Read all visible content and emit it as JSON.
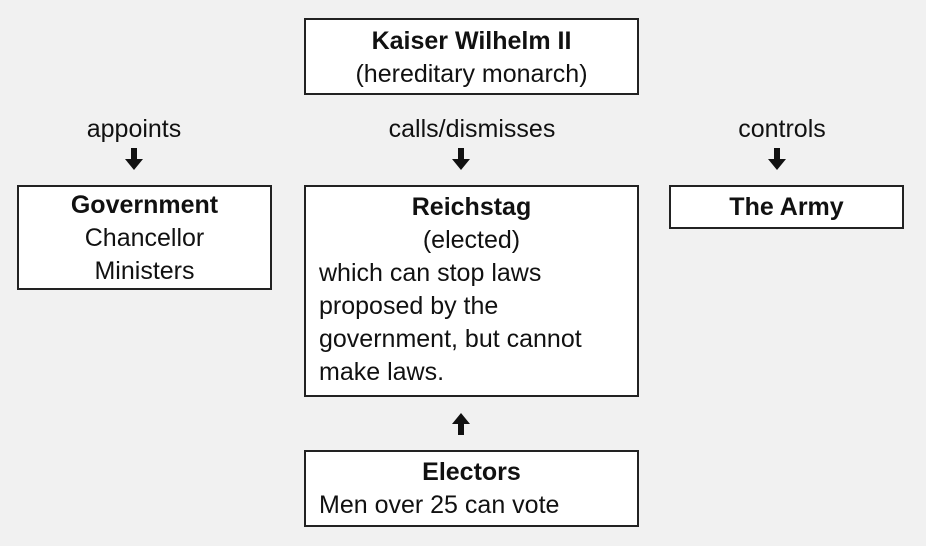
{
  "kaiser": {
    "title": "Kaiser Wilhelm II",
    "subtitle": "(hereditary monarch)"
  },
  "relations": {
    "appoints": "appoints",
    "calls_dismisses": "calls/dismisses",
    "controls": "controls"
  },
  "government": {
    "title": "Government",
    "lines": [
      "Chancellor",
      "Ministers"
    ]
  },
  "reichstag": {
    "title": "Reichstag",
    "subtitle": "(elected)",
    "description_lines": [
      "which can stop laws",
      "proposed by the",
      "government, but cannot",
      "make laws."
    ]
  },
  "army": {
    "title": "The Army"
  },
  "electors": {
    "title": "Electors",
    "description": "Men over 25 can vote"
  },
  "colors": {
    "background": "#f1f1f1",
    "box_fill": "#ffffff",
    "box_border": "#222222",
    "arrow": "#111111"
  },
  "icons": {
    "down": "arrow-down-icon",
    "up": "arrow-up-icon"
  }
}
